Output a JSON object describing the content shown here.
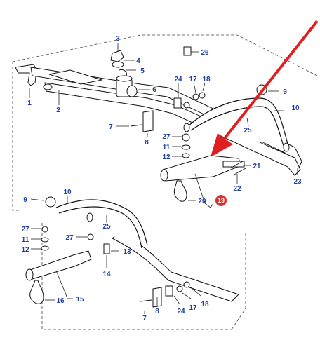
{
  "callouts": [
    {
      "id": "c-3",
      "text": "3"
    },
    {
      "id": "c-4",
      "text": "4"
    },
    {
      "id": "c-5",
      "text": "5"
    },
    {
      "id": "c-6",
      "text": "6"
    },
    {
      "id": "c-26",
      "text": "26"
    },
    {
      "id": "c-24a",
      "text": "24"
    },
    {
      "id": "c-17a",
      "text": "17"
    },
    {
      "id": "c-18a",
      "text": "18"
    },
    {
      "id": "c-9a",
      "text": "9"
    },
    {
      "id": "c-10a",
      "text": "10"
    },
    {
      "id": "c-1",
      "text": "1"
    },
    {
      "id": "c-2",
      "text": "2"
    },
    {
      "id": "c-7a",
      "text": "7"
    },
    {
      "id": "c-8",
      "text": "8"
    },
    {
      "id": "c-27a",
      "text": "27"
    },
    {
      "id": "c-11a",
      "text": "11"
    },
    {
      "id": "c-12a",
      "text": "12"
    },
    {
      "id": "c-25a",
      "text": "25"
    },
    {
      "id": "c-21",
      "text": "21"
    },
    {
      "id": "c-22",
      "text": "22"
    },
    {
      "id": "c-23",
      "text": "23"
    },
    {
      "id": "c-20",
      "text": "20"
    },
    {
      "id": "c-9b",
      "text": "9"
    },
    {
      "id": "c-10b",
      "text": "10"
    },
    {
      "id": "c-25b",
      "text": "25"
    },
    {
      "id": "c-27b",
      "text": "27"
    },
    {
      "id": "c-11b",
      "text": "11"
    },
    {
      "id": "c-12b",
      "text": "12"
    },
    {
      "id": "c-27c",
      "text": "27"
    },
    {
      "id": "c-13",
      "text": "13"
    },
    {
      "id": "c-14",
      "text": "14"
    },
    {
      "id": "c-16",
      "text": "16"
    },
    {
      "id": "c-15",
      "text": "15"
    },
    {
      "id": "c-7b",
      "text": "7"
    },
    {
      "id": "c-8b",
      "text": "8"
    },
    {
      "id": "c-24b",
      "text": "24"
    },
    {
      "id": "c-17b",
      "text": "17"
    },
    {
      "id": "c-18b",
      "text": "18"
    }
  ],
  "highlight_badge": {
    "text": "19",
    "color": "#d9302b"
  },
  "arrow": {
    "color": "#e02020"
  },
  "line_color": "#111111",
  "label_color": "#1f3f9f"
}
